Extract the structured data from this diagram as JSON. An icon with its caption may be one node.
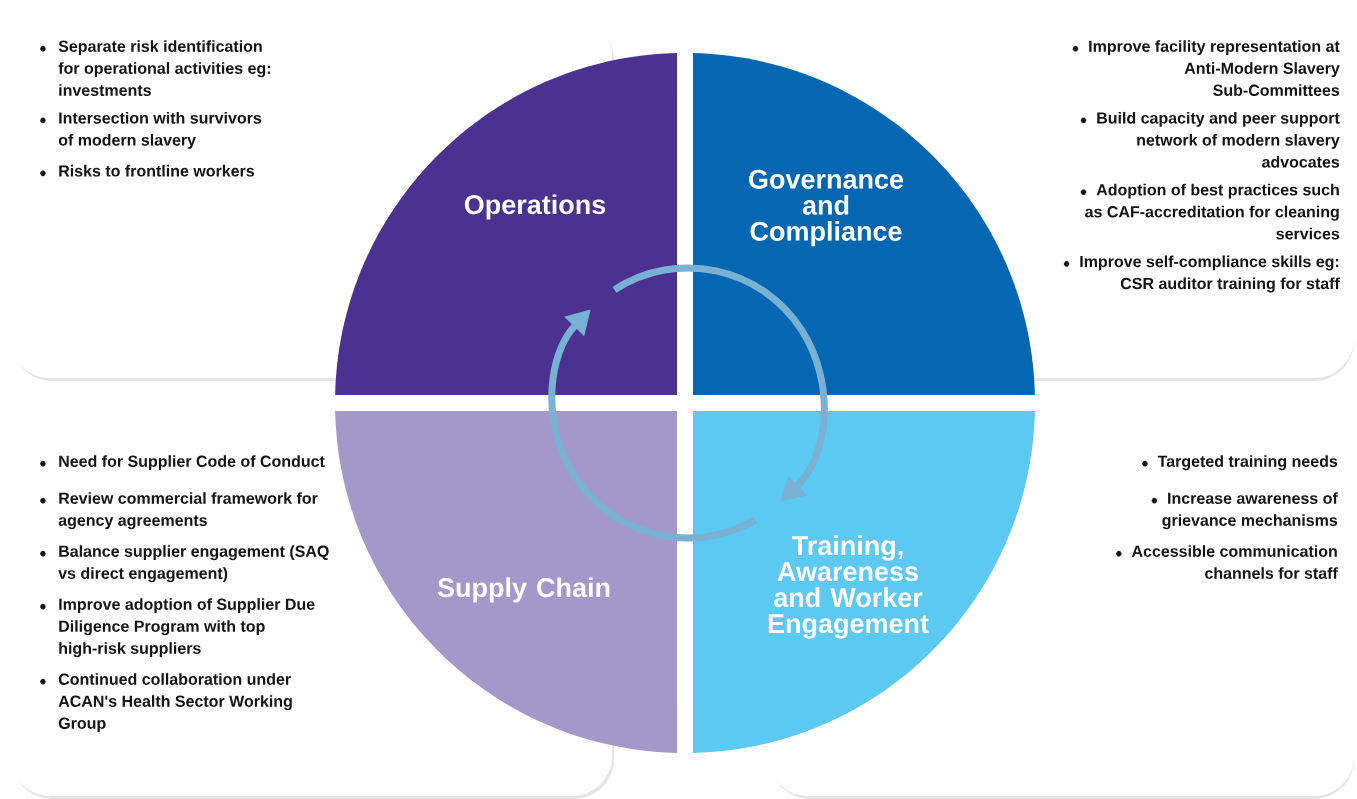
{
  "diagram": {
    "nodes": [
      {
        "text": [
          "Separate risk identification for operational activities eg: investments",
          "Intersection with survivors of modern slavery",
          "Risks to frontline workers"
        ]
      },
      {
        "text": [
          "Operations"
        ]
      },
      {
        "text": [
          "Governance and Compliance"
        ]
      },
      {
        "text": [
          "Improve facility representation at Anti-Modern Slavery Sub-Committees",
          "Build capacity and peer support network of modern slavery advocates",
          "Adoption of best practices such as CAF-accreditation for cleaning services",
          "Improve self-compliance skills eg: CSR auditor training for staff"
        ]
      },
      {
        "text": [
          "Need for Supplier Code of Conduct",
          "Review commercial framework for agency agreements",
          "Balance supplier engagement (SAQ vs direct engagement)",
          "Improve adoption of Supplier Due Diligence Program with top high-risk suppliers",
          "Continued collaboration under ACAN's Health Sector Working Group"
        ]
      },
      {
        "text": [
          "Supply Chain"
        ]
      },
      {
        "text": [
          "Training, Awareness and Worker Engagement"
        ]
      },
      {
        "text": [
          "Targeted training needs",
          "Increase awareness of grievance mechanisms",
          "Accessible communication channels for staff"
        ]
      },
      {
        "text": [],
        "shape": "picture"
      }
    ]
  }
}
